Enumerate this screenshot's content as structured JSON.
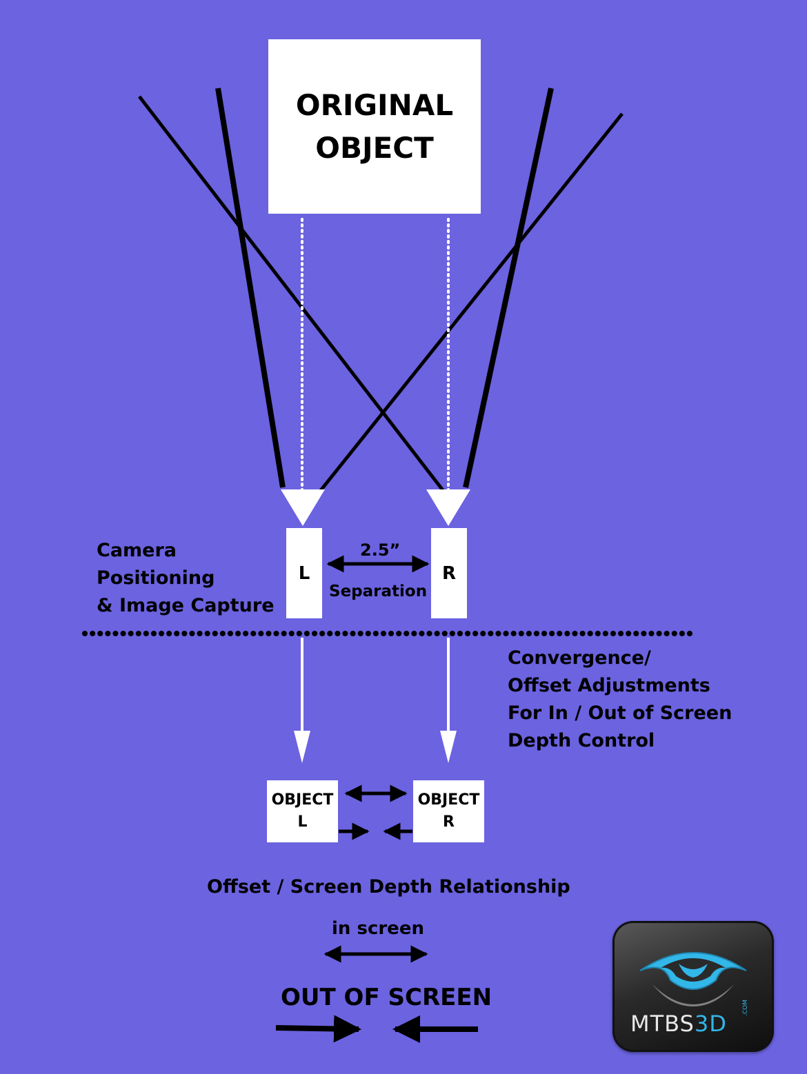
{
  "colors": {
    "background": "#6b63e0",
    "box": "#ffffff",
    "ink": "#000000",
    "arrow": "#ffffff",
    "logo_accent": "#33b6e8"
  },
  "original_object": {
    "line1": "ORIGINAL",
    "line2": "OBJECT"
  },
  "cameras": {
    "left": "L",
    "right": "R",
    "separation_value": "2.5”",
    "separation_label": "Separation"
  },
  "camera_label": [
    "Camera",
    "Positioning",
    "& Image Capture"
  ],
  "convergence_label": [
    "Convergence/",
    "Offset Adjustments",
    "For In / Out of Screen",
    "Depth Control"
  ],
  "objects": {
    "left": {
      "line1": "OBJECT",
      "line2": "L"
    },
    "right": {
      "line1": "OBJECT",
      "line2": "R"
    }
  },
  "offset_title": "Offset / Screen Depth Relationship",
  "in_screen": "in screen",
  "out_of_screen": "OUT OF SCREEN",
  "logo": {
    "brand_main": "MTBS",
    "brand_accent": "3D",
    "brand_suffix": ".COM",
    "icon": "eye-logo-icon"
  }
}
